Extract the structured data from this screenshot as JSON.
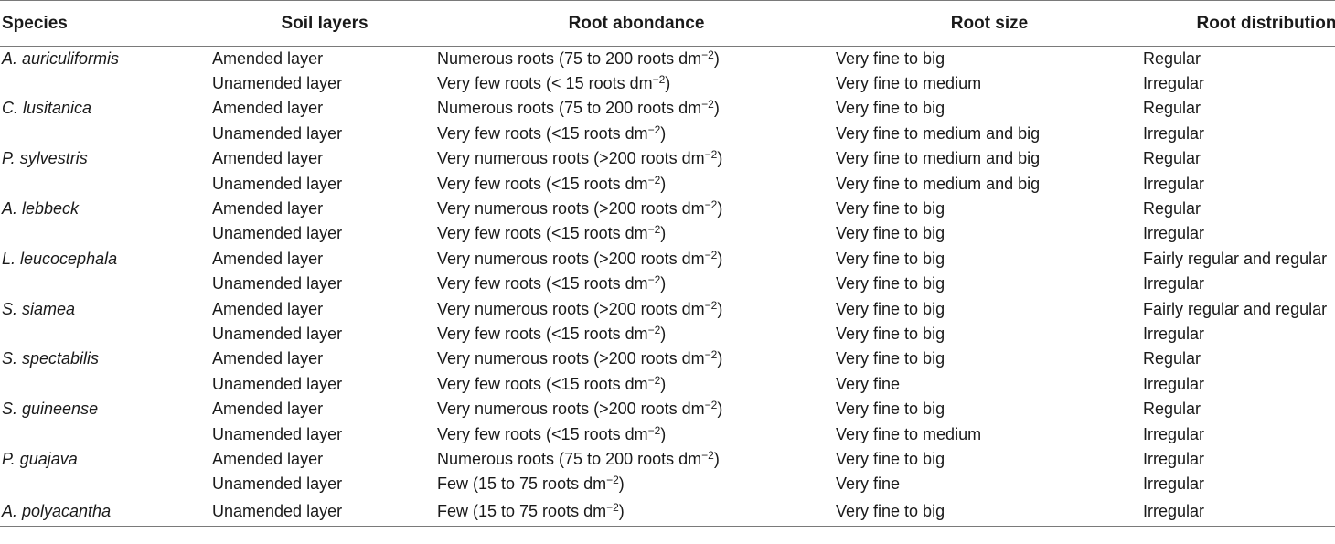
{
  "table": {
    "headers": [
      "Species",
      "Soil layers",
      "Root abondance",
      "Root size",
      "Root distribution"
    ],
    "unit_base": "roots dm",
    "unit_exp": "−2",
    "rows": [
      {
        "species": "A. auriculiformis",
        "layer": "Amended layer",
        "abund_pre": "Numerous roots (75 to 200 roots dm",
        "abund_post": ")",
        "size": "Very fine to big",
        "dist": "Regular"
      },
      {
        "species": "",
        "layer": "Unamended layer",
        "abund_pre": "Very few roots (< 15 roots dm",
        "abund_post": ")",
        "size": "Very fine to medium",
        "dist": "Irregular"
      },
      {
        "species": "C. lusitanica",
        "layer": "Amended layer",
        "abund_pre": "Numerous roots (75 to 200 roots dm",
        "abund_post": ")",
        "size": "Very fine to big",
        "dist": "Regular"
      },
      {
        "species": "",
        "layer": "Unamended layer",
        "abund_pre": "Very few roots (<15 roots dm",
        "abund_post": ")",
        "size": "Very fine to medium and big",
        "dist": "Irregular"
      },
      {
        "species": "P. sylvestris",
        "layer": "Amended layer",
        "abund_pre": "Very numerous roots (>200 roots dm",
        "abund_post": ")",
        "size": "Very fine to medium and big",
        "dist": "Regular"
      },
      {
        "species": "",
        "layer": "Unamended layer",
        "abund_pre": "Very few roots (<15 roots dm",
        "abund_post": ")",
        "size": "Very fine to medium and big",
        "dist": "Irregular"
      },
      {
        "species": "A. lebbeck",
        "layer": "Amended layer",
        "abund_pre": "Very numerous roots (>200 roots dm",
        "abund_post": ")",
        "size": "Very fine to big",
        "dist": "Regular"
      },
      {
        "species": "",
        "layer": "Unamended layer",
        "abund_pre": "Very few roots (<15 roots dm",
        "abund_post": ")",
        "size": "Very fine to big",
        "dist": "Irregular"
      },
      {
        "species": "L. leucocephala",
        "layer": "Amended layer",
        "abund_pre": "Very numerous roots (>200 roots dm",
        "abund_post": ")",
        "size": "Very fine to big",
        "dist": "Fairly regular and regular"
      },
      {
        "species": "",
        "layer": "Unamended layer",
        "abund_pre": "Very few roots (<15 roots dm",
        "abund_post": ")",
        "size": "Very fine to big",
        "dist": "Irregular"
      },
      {
        "species": "S. siamea",
        "layer": "Amended layer",
        "abund_pre": "Very numerous roots (>200 roots dm",
        "abund_post": ")",
        "size": "Very fine to big",
        "dist": "Fairly regular and regular"
      },
      {
        "species": "",
        "layer": "Unamended layer",
        "abund_pre": "Very few roots (<15 roots dm",
        "abund_post": ")",
        "size": "Very fine to big",
        "dist": "Irregular"
      },
      {
        "species": "S. spectabilis",
        "layer": "Amended layer",
        "abund_pre": "Very numerous roots (>200 roots dm",
        "abund_post": ")",
        "size": "Very fine to big",
        "dist": "Regular"
      },
      {
        "species": "",
        "layer": "Unamended layer",
        "abund_pre": "Very few roots (<15 roots dm",
        "abund_post": ")",
        "size": "Very fine",
        "dist": "Irregular"
      },
      {
        "species": "S. guineense",
        "layer": "Amended layer",
        "abund_pre": "Very numerous roots (>200 roots dm",
        "abund_post": ")",
        "size": "Very fine to big",
        "dist": "Regular"
      },
      {
        "species": "",
        "layer": "Unamended layer",
        "abund_pre": "Very few roots (<15 roots dm",
        "abund_post": ")",
        "size": "Very fine to medium",
        "dist": "Irregular"
      },
      {
        "species": "P. guajava",
        "layer": "Amended layer",
        "abund_pre": "Numerous roots (75 to 200 roots dm",
        "abund_post": ")",
        "size": "Very fine to big",
        "dist": "Irregular"
      },
      {
        "species": "",
        "layer": "Unamended layer",
        "abund_pre": "Few (15 to 75 roots dm",
        "abund_post": ")",
        "size": "Very fine",
        "dist": "Irregular"
      },
      {
        "species": "A. polyacantha",
        "layer": "Unamended layer",
        "abund_pre": "Few (15 to 75 roots dm",
        "abund_post": ")",
        "size": "Very fine to big",
        "dist": "Irregular"
      }
    ]
  }
}
